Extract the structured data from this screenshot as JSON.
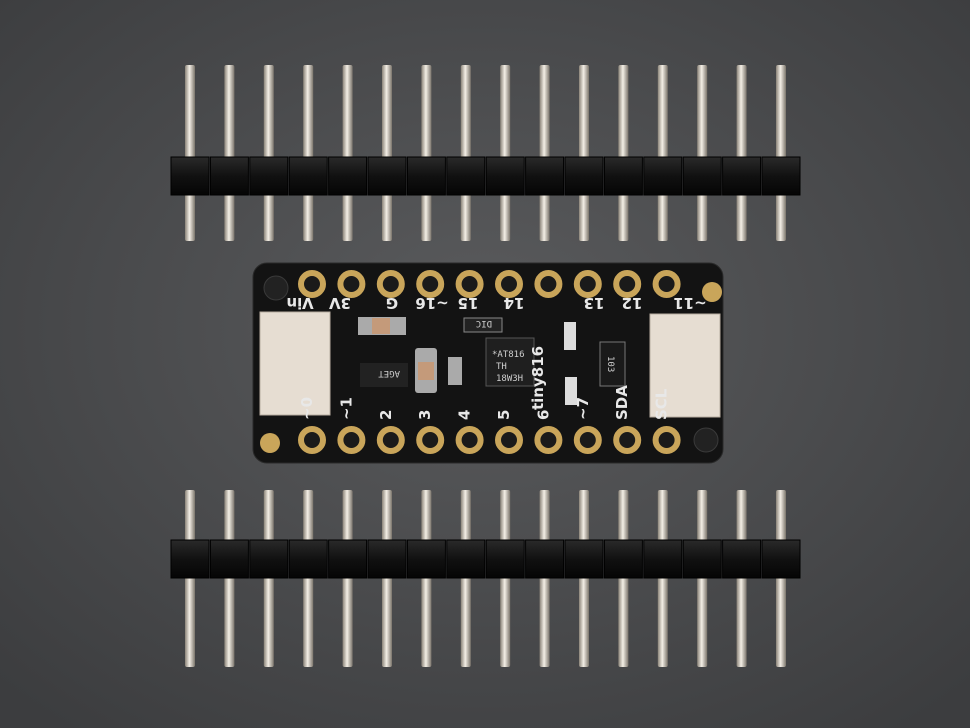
{
  "board": {
    "name": "tiny816",
    "top_labels": [
      "Vin",
      "3V",
      "G",
      "~16",
      "15",
      "14",
      "13",
      "12",
      "~11"
    ],
    "bottom_labels": [
      "~0",
      "~1",
      "2",
      "3",
      "4",
      "5",
      "6",
      "~7",
      "SDA",
      "SCL"
    ],
    "chip_lines": [
      "*AT816",
      "TH",
      "18W3H"
    ],
    "regulator_marking": "AGET",
    "resistor_network_marking": "103",
    "small_ic_marking": "DIC"
  },
  "headers": {
    "pin_count": 16
  },
  "colors": {
    "background": "#4a4b4d",
    "pcb": "#141414",
    "gold": "#c9a55a",
    "connector": "#e6ddd2"
  }
}
